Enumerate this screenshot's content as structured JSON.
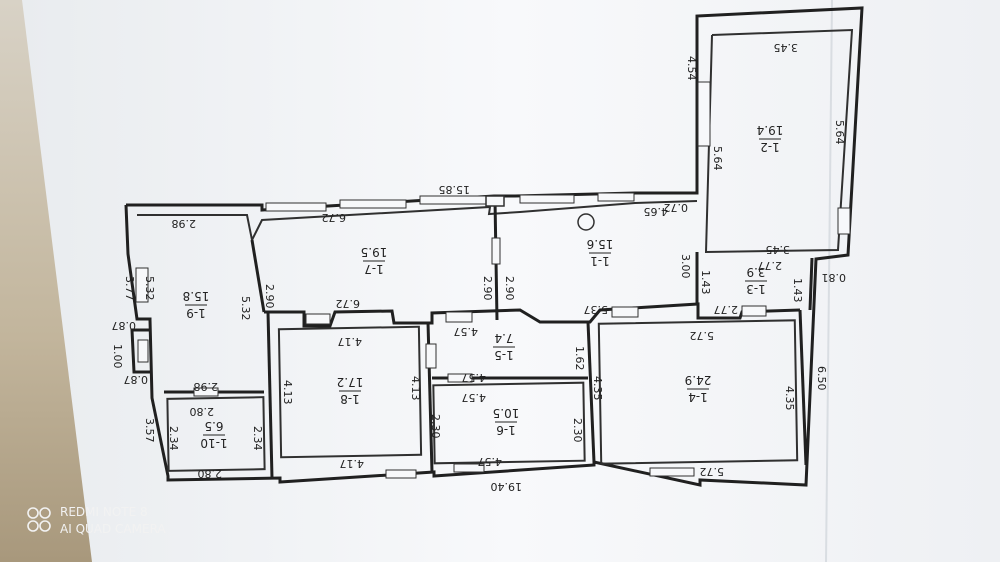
{
  "plan": {
    "dimensions": {
      "top_overall": "15.85",
      "bottom_overall": "19.40",
      "r12_top": "3.45",
      "r12_bottom": "3.45",
      "r12_left": "5.64",
      "r12_right": "5.64",
      "r12_outer_left": "4.54",
      "r12_step": "0.72",
      "r11_top": "4.65",
      "r17_top": "6.72",
      "r17_bottom": "6.72",
      "r19_top": "2.98",
      "r19_bottom": "2.98",
      "r19_left_outer": "3.77",
      "r19_left_inner": "5.32",
      "r19_right": "5.32",
      "r17_left": "2.90",
      "r11_left_a": "2.90",
      "r11_left_b": "2.90",
      "r11_bottom": "5.37",
      "r13_top": "2.77",
      "r13_bottom": "2.77",
      "r13_left": "1.43",
      "r13_right": "1.43",
      "r13_outer": "3.00",
      "right_outer_a": "0.81",
      "right_outer_b": "6.50",
      "r14_top": "5.72",
      "r14_bottom": "5.72",
      "r14_left": "4.35",
      "r14_right": "4.35",
      "r15_top": "4.57",
      "r15_bottom": "4.57",
      "r15_right": "1.62",
      "r16_top": "4.57",
      "r16_bottom": "4.57",
      "r16_left": "2.30",
      "r16_right": "2.30",
      "r18_top": "4.17",
      "r18_bottom": "4.17",
      "r18_left": "4.13",
      "r18_right": "4.13",
      "r110_top": "2.80",
      "r110_bottom": "2.80",
      "r110_left": "2.34",
      "r110_right": "2.34",
      "left_step_a": "0.87",
      "left_step_b": "0.87",
      "left_step_c": "1.00",
      "left_lower": "3.57"
    },
    "rooms": [
      {
        "id": "1-1",
        "area": "15.6"
      },
      {
        "id": "1-2",
        "area": "19.4"
      },
      {
        "id": "1-3",
        "area": "3.9"
      },
      {
        "id": "1-4",
        "area": "24.9"
      },
      {
        "id": "1-5",
        "area": "7.4"
      },
      {
        "id": "1-6",
        "area": "10.5"
      },
      {
        "id": "1-7",
        "area": "19.5"
      },
      {
        "id": "1-8",
        "area": "17.2"
      },
      {
        "id": "1-9",
        "area": "15.8"
      },
      {
        "id": "1-10",
        "area": "6.5"
      }
    ]
  },
  "watermark": {
    "line1": "REDMI NOTE 8",
    "line2": "AI QUAD CAMERA"
  },
  "colors": {
    "paper": "#f6f7f9",
    "wall": "#202020",
    "background": "#c9bfa9"
  }
}
